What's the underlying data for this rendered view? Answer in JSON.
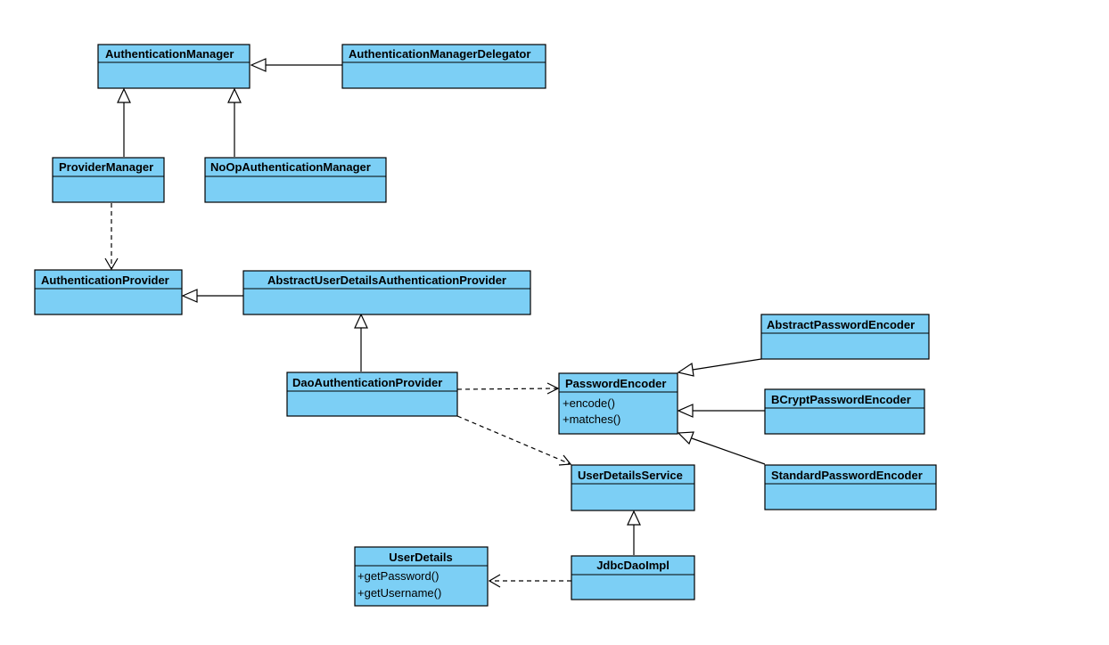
{
  "classes": {
    "authentication_manager": {
      "name": "AuthenticationManager",
      "operations": []
    },
    "authentication_manager_delegator": {
      "name": "AuthenticationManagerDelegator",
      "operations": []
    },
    "provider_manager": {
      "name": "ProviderManager",
      "operations": []
    },
    "noop_authentication_manager": {
      "name": "NoOpAuthenticationManager",
      "operations": []
    },
    "authentication_provider": {
      "name": "AuthenticationProvider",
      "operations": []
    },
    "abstract_user_details_authentication_provider": {
      "name": "AbstractUserDetailsAuthenticationProvider",
      "operations": []
    },
    "dao_authentication_provider": {
      "name": "DaoAuthenticationProvider",
      "operations": []
    },
    "password_encoder": {
      "name": "PasswordEncoder",
      "operations": [
        "+encode()",
        "+matches()"
      ]
    },
    "abstract_password_encoder": {
      "name": "AbstractPasswordEncoder",
      "operations": []
    },
    "bcrypt_password_encoder": {
      "name": "BCryptPasswordEncoder",
      "operations": []
    },
    "standard_password_encoder": {
      "name": "StandardPasswordEncoder",
      "operations": []
    },
    "user_details_service": {
      "name": "UserDetailsService",
      "operations": []
    },
    "jdbc_dao_impl": {
      "name": "JdbcDaoImpl",
      "operations": []
    },
    "user_details": {
      "name": "UserDetails",
      "operations": [
        "+getPassword()",
        "+getUsername()"
      ]
    }
  },
  "relations": [
    {
      "from": "AuthenticationManagerDelegator",
      "to": "AuthenticationManager",
      "kind": "generalization"
    },
    {
      "from": "ProviderManager",
      "to": "AuthenticationManager",
      "kind": "generalization"
    },
    {
      "from": "NoOpAuthenticationManager",
      "to": "AuthenticationManager",
      "kind": "generalization"
    },
    {
      "from": "ProviderManager",
      "to": "AuthenticationProvider",
      "kind": "dependency"
    },
    {
      "from": "AbstractUserDetailsAuthenticationProvider",
      "to": "AuthenticationProvider",
      "kind": "generalization"
    },
    {
      "from": "DaoAuthenticationProvider",
      "to": "AbstractUserDetailsAuthenticationProvider",
      "kind": "generalization"
    },
    {
      "from": "DaoAuthenticationProvider",
      "to": "PasswordEncoder",
      "kind": "dependency"
    },
    {
      "from": "DaoAuthenticationProvider",
      "to": "UserDetailsService",
      "kind": "dependency"
    },
    {
      "from": "AbstractPasswordEncoder",
      "to": "PasswordEncoder",
      "kind": "generalization"
    },
    {
      "from": "BCryptPasswordEncoder",
      "to": "PasswordEncoder",
      "kind": "generalization"
    },
    {
      "from": "StandardPasswordEncoder",
      "to": "PasswordEncoder",
      "kind": "generalization"
    },
    {
      "from": "JdbcDaoImpl",
      "to": "UserDetailsService",
      "kind": "generalization"
    },
    {
      "from": "JdbcDaoImpl",
      "to": "UserDetails",
      "kind": "dependency"
    }
  ]
}
